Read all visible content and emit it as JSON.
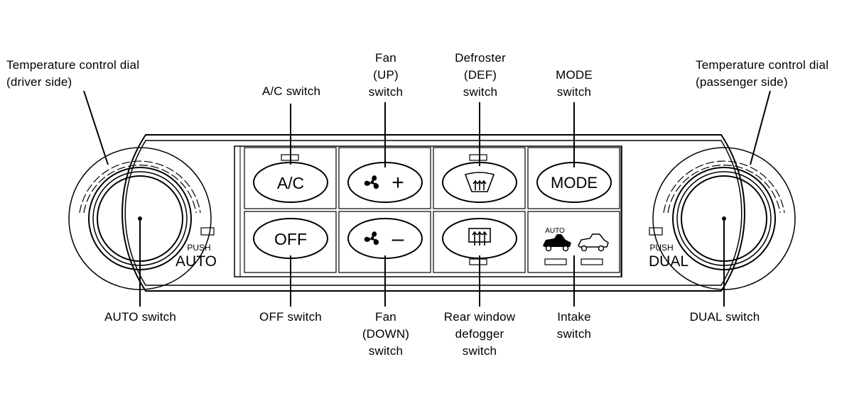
{
  "callouts": {
    "temp_driver": "Temperature control dial\n(driver side)",
    "ac_switch": "A/C switch",
    "fan_up": "Fan\n(UP)\nswitch",
    "defroster": "Defroster\n(DEF)\nswitch",
    "mode_switch": "MODE\nswitch",
    "temp_passenger": "Temperature control dial\n(passenger side)",
    "auto_switch": "AUTO switch",
    "off_switch": "OFF switch",
    "fan_down": "Fan\n(DOWN)\nswitch",
    "rear_defogger": "Rear window\ndefogger\nswitch",
    "intake_switch": "Intake\nswitch",
    "dual_switch": "DUAL switch"
  },
  "panel": {
    "ac_label": "A/C",
    "mode_label": "MODE",
    "off_label": "OFF",
    "push_left": "PUSH",
    "auto_label": "AUTO",
    "push_right": "PUSH",
    "dual_label": "DUAL",
    "intake_auto": "AUTO",
    "plus": "+",
    "minus": "–"
  },
  "icons": {
    "fan_up": "fan-icon",
    "fan_down": "fan-icon",
    "defroster": "front-defroster-icon",
    "rear_defogger": "rear-defogger-icon",
    "intake": "car-recirculation-icon"
  }
}
